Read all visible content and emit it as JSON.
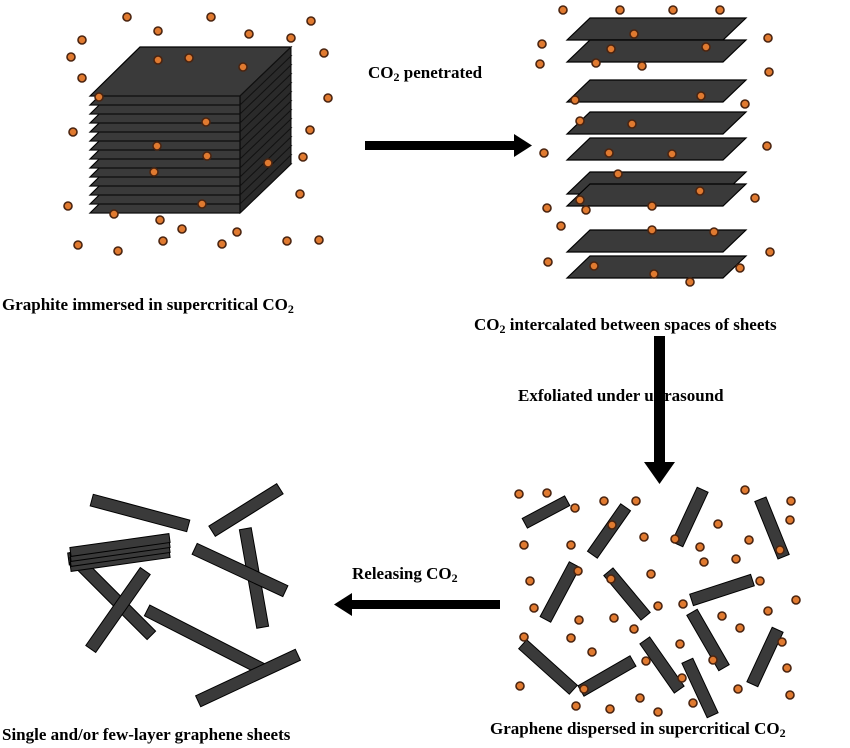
{
  "labels": {
    "graphite_immersed": {
      "text": "Graphite immersed in supercritical CO",
      "sub": "2"
    },
    "co2_intercalated": {
      "prefix": "CO",
      "sub": "2",
      "text": " intercalated between spaces of sheets"
    },
    "co2_penetrated": {
      "prefix": "CO",
      "sub": "2",
      "text": " penetrated"
    },
    "exfoliated": {
      "text": "Exfoliated under ultrasound"
    },
    "releasing": {
      "text": "Releasing CO",
      "sub": "2"
    },
    "single_few_layer": {
      "text": "Single and/or few-layer graphene sheets"
    },
    "graphene_dispersed": {
      "text": "Graphene dispersed in supercritical CO",
      "sub": "2"
    }
  },
  "colors": {
    "sheet_fill": "#3a3a3a",
    "sheet_edge": "#111111",
    "molecule_fill": "#e07a30",
    "molecule_ring": "#4a2410",
    "arrow": "#000000"
  }
}
